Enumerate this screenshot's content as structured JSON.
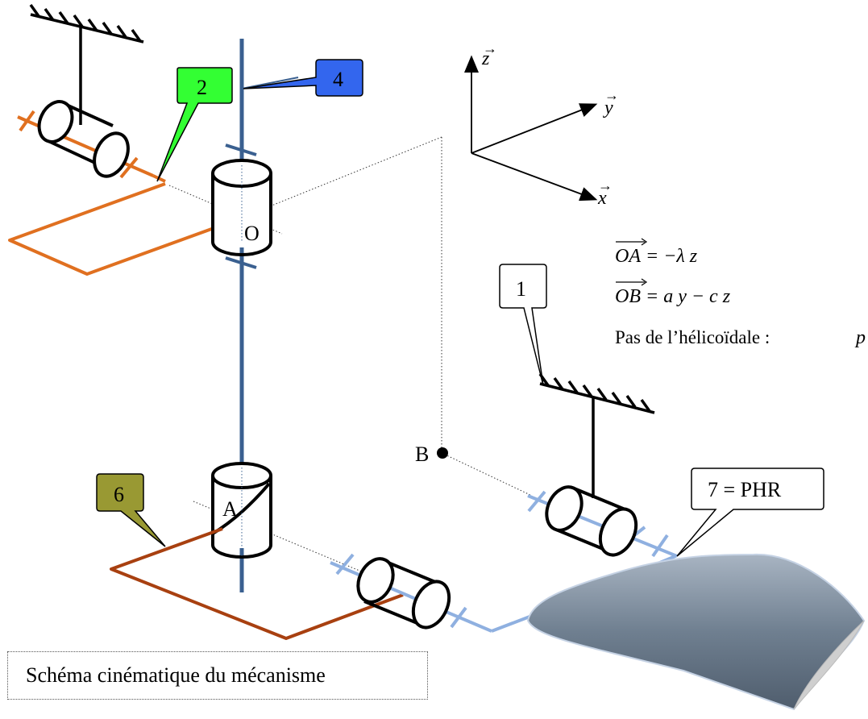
{
  "caption": "Schéma cinématique du mécanisme",
  "labels": {
    "part2": "2",
    "part4": "4",
    "part1": "1",
    "part6": "6",
    "part7": "7 = PHR",
    "pointO": "O",
    "pointA": "A",
    "pointB": "B"
  },
  "axes": {
    "z": "z",
    "y": "y",
    "x": "x",
    "vector_arrow": "→"
  },
  "equations": {
    "oa_lhs": "OA",
    "oa_rhs": " = −λ z",
    "ob_lhs": "OB",
    "ob_rhs": " = a y − c z",
    "pitch": "Pas de l’hélicoïdale :",
    "pitch_var": "p"
  },
  "colors": {
    "part2_fill": "#33ff33",
    "part4_fill": "#3366ee",
    "part6_fill": "#999933",
    "orange": "#e07020",
    "shaft_blue": "#3a6090",
    "light_blue": "#8fb0e0",
    "brown": "#a84010",
    "wing": "#7f8f9f"
  }
}
